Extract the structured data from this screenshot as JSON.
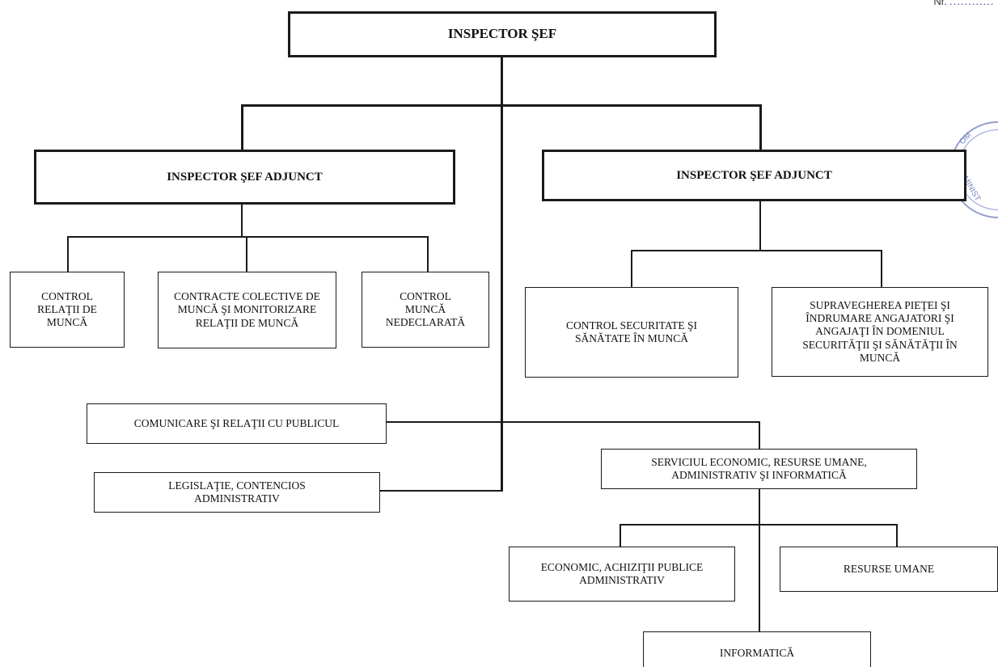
{
  "header": {
    "doc_number_label": "Nr.",
    "doc_number_value": "............"
  },
  "stamp": {
    "text_top": "OM",
    "text_bottom": "MINIST",
    "star": "*"
  },
  "org_chart": {
    "top": "INSPECTOR ŞEF",
    "deputy_left": "INSPECTOR ŞEF ADJUNCT",
    "deputy_right": "INSPECTOR ŞEF ADJUNCT",
    "left_units": [
      "CONTROL RELAŢII DE MUNCĂ",
      "CONTRACTE COLECTIVE DE MUNCĂ ŞI MONITORIZARE RELAŢII DE MUNCĂ",
      "CONTROL MUNCĂ NEDECLARATĂ"
    ],
    "right_units": [
      "CONTROL SECURITATE ŞI SĂNĂTATE ÎN MUNCĂ",
      "SUPRAVEGHEREA PIEŢEI ŞI ÎNDRUMARE ANGAJATORI ŞI ANGAJAŢI ÎN DOMENIUL SECURITĂŢII ŞI SĂNĂTĂŢII ÎN MUNCĂ"
    ],
    "communication": "COMUNICARE ŞI RELAŢII CU PUBLICUL",
    "legislation": "LEGISLAŢIE, CONTENCIOS ADMINISTRATIV",
    "economic_service": "SERVICIUL ECONOMIC, RESURSE UMANE, ADMINISTRATIV ŞI INFORMATICĂ",
    "economic_sub": [
      "ECONOMIC, ACHIZIŢII PUBLICE ADMINISTRATIV",
      "RESURSE UMANE",
      "INFORMATICĂ"
    ]
  }
}
